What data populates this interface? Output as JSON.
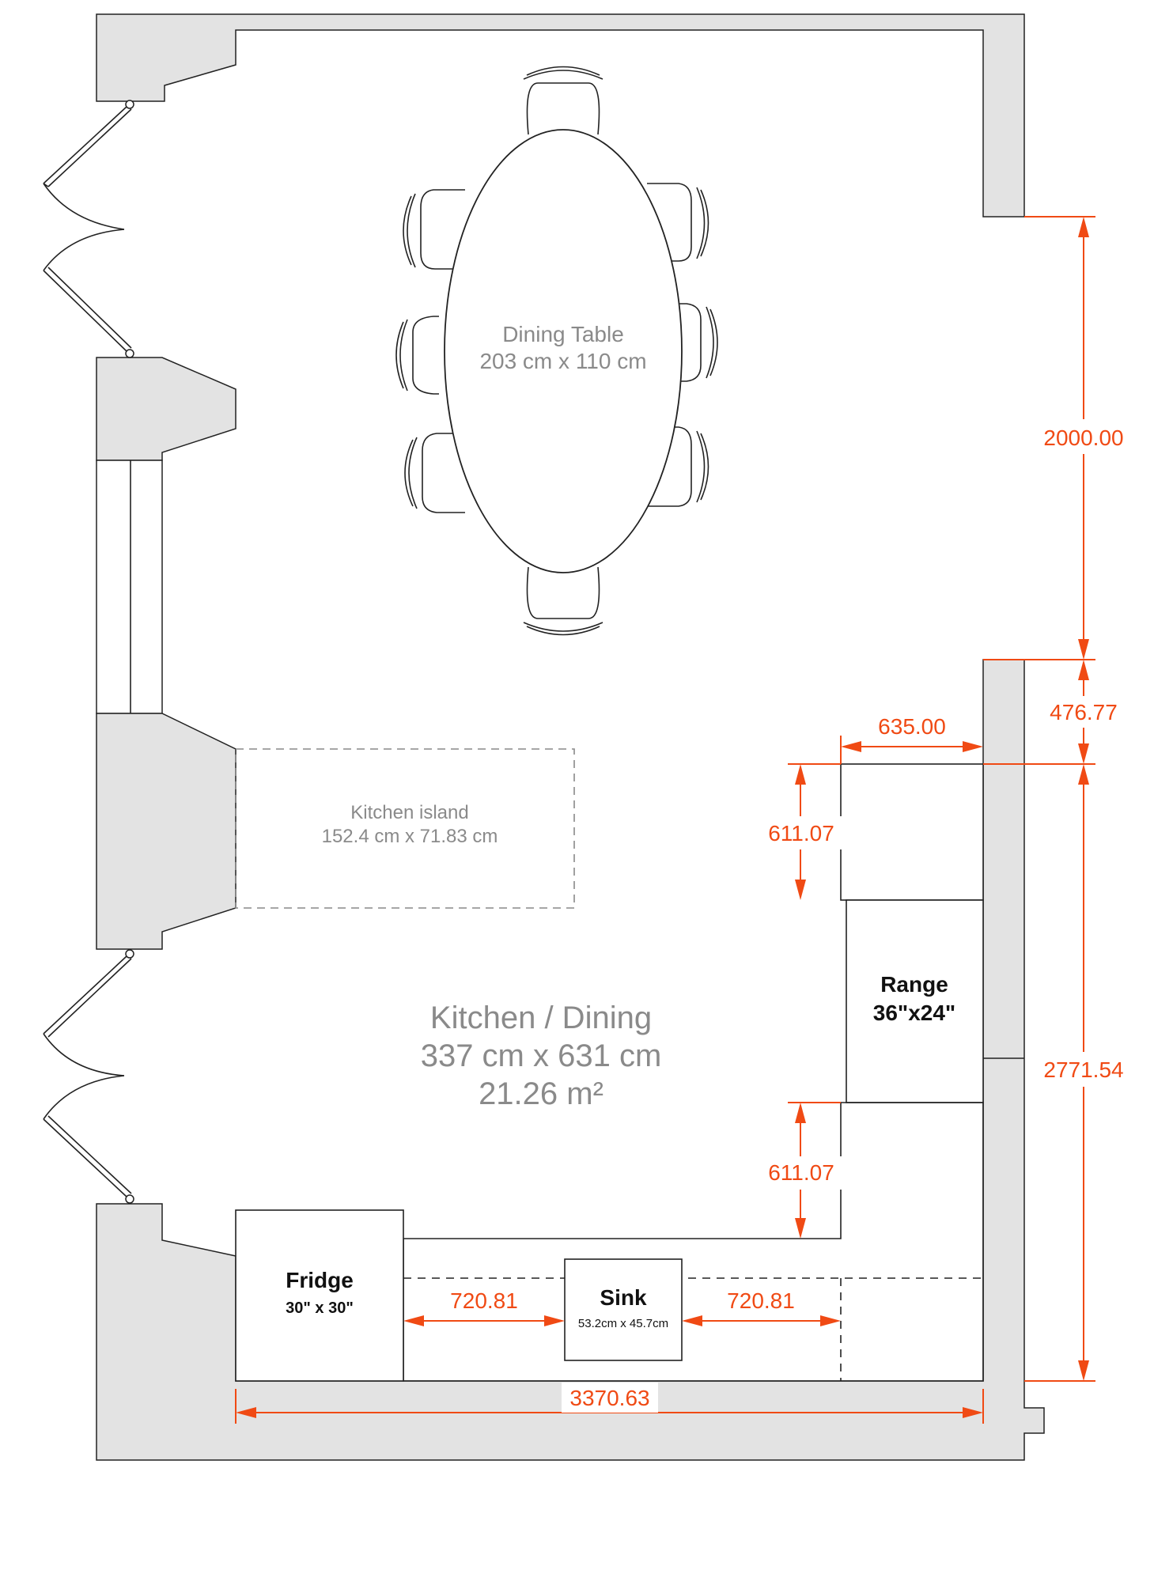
{
  "room": {
    "name": "Kitchen / Dining",
    "size": "337 cm x 631 cm",
    "area": "21.26 m²"
  },
  "dining_table": {
    "name": "Dining Table",
    "size": "203 cm x  110 cm"
  },
  "kitchen_island": {
    "name": "Kitchen island",
    "size": "152.4 cm x 71.83 cm"
  },
  "range": {
    "name": "Range",
    "size": "36\"x24\""
  },
  "fridge": {
    "name": "Fridge",
    "size": "30\" x 30\""
  },
  "sink": {
    "name": "Sink",
    "size": "53.2cm x 45.7cm"
  },
  "dimensions": {
    "right_upper": "2000.00",
    "right_gap": "476.77",
    "right_lower": "2771.54",
    "counter_depth": "635.00",
    "counter_upper": "611.07",
    "counter_lower": "611.07",
    "sink_left": "720.81",
    "sink_right": "720.81",
    "total_width": "3370.63"
  },
  "colors": {
    "dimension": "#f04a14",
    "wall_fill": "#e3e3e3",
    "label_gray": "#8a8a8a"
  }
}
